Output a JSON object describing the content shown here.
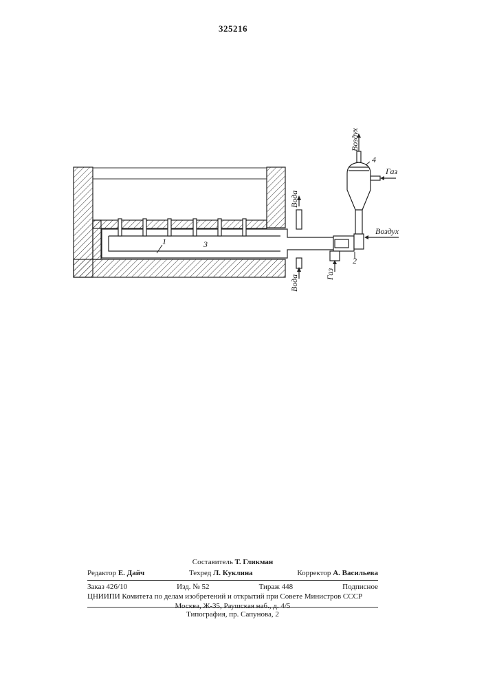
{
  "patent_number": "325216",
  "drawing": {
    "labels": {
      "water_out": "Вода",
      "water_in": "Вода",
      "gas_lower": "Газ",
      "gas_upper": "Газ",
      "air_top": "Воздух",
      "air_right": "Воздух",
      "ref_1": "1",
      "ref_2": "2",
      "ref_3": "3",
      "ref_4": "4"
    }
  },
  "imprint": {
    "compiler_role": "Составитель",
    "compiler_name": "Т. Гликман",
    "editor_role": "Редактор",
    "editor_name": "Е. Дайч",
    "tech_role": "Техред",
    "tech_name": "Л. Куклина",
    "corrector_role": "Корректор",
    "corrector_name": "А. Васильева",
    "order": "Заказ 426/10",
    "edition": "Изд. № 52",
    "circulation": "Тираж 448",
    "subscription": "Подписное",
    "institute_line": "ЦНИИПИ Комитета по делам изобретений и открытий при Совете Министров СССР",
    "address_line": "Москва, Ж-35, Раушская наб., д. 4/5",
    "printer_line": "Типография, пр. Сапунова, 2"
  }
}
